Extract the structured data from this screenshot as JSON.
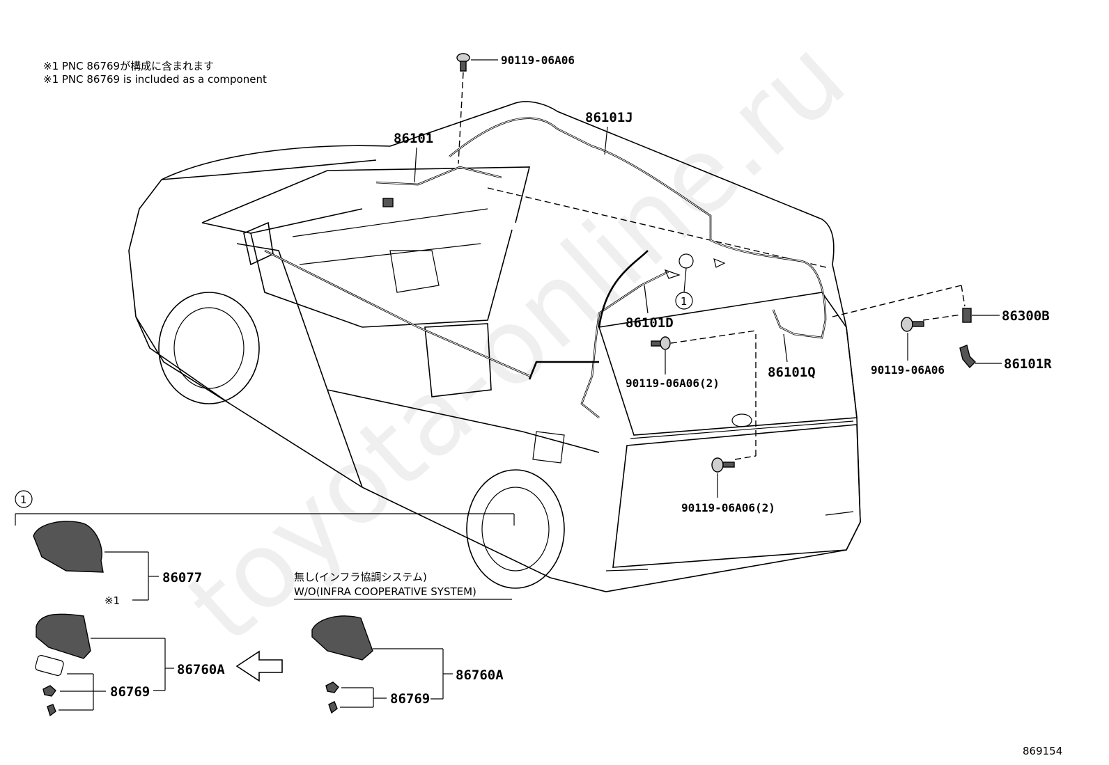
{
  "notes": {
    "line1": "※1 PNC 86769が構成に含まれます",
    "line2": "※1 PNC 86769 is included as a component"
  },
  "parts": {
    "bolt_top": "90119-06A06",
    "harness_86101": "86101",
    "harness_86101J": "86101J",
    "harness_86101D": "86101D",
    "harness_86101Q": "86101Q",
    "sensor_86300B": "86300B",
    "bolt_right": "90119-06A06",
    "harness_86101R": "86101R",
    "bolt_mid": "90119-06A06(2)",
    "bolt_low": "90119-06A06(2)"
  },
  "callout": {
    "marker": "1",
    "antenna_86077": "86077",
    "note_ref": "※1",
    "assy_left": "86760A",
    "gasket_left": "86769",
    "condition_jp": "無し(インフラ協調システム)",
    "condition_en": "W/O(INFRA COOPERATIVE SYSTEM)",
    "assy_right": "86760A",
    "gasket_right": "86769"
  },
  "watermark": "toyota-online.ru",
  "figure_number": "869154"
}
